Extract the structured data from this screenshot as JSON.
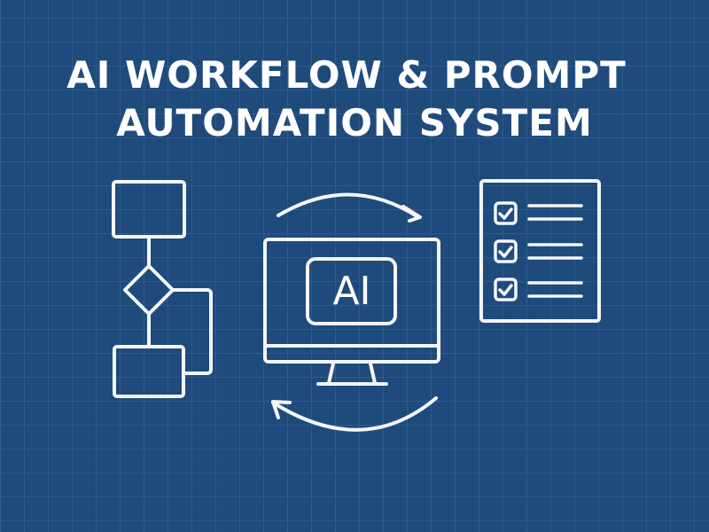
{
  "title": {
    "line1": "AI WORKFLOW & PROMPT",
    "line2": "AUTOMATION SYSTEM"
  },
  "monitor": {
    "screen_label": "AI"
  },
  "icons": {
    "flowchart": "flowchart-icon",
    "monitor": "monitor-icon",
    "cycle_arrows": "refresh-cycle-icon",
    "checklist": "checklist-icon"
  },
  "checklist": {
    "items": [
      {
        "checked": true,
        "lines": 2
      },
      {
        "checked": true,
        "lines": 2
      },
      {
        "checked": true,
        "lines": 2
      }
    ]
  },
  "colors": {
    "background": "#1f4a7c",
    "grid": "#4a78a8",
    "stroke": "#ffffff"
  }
}
